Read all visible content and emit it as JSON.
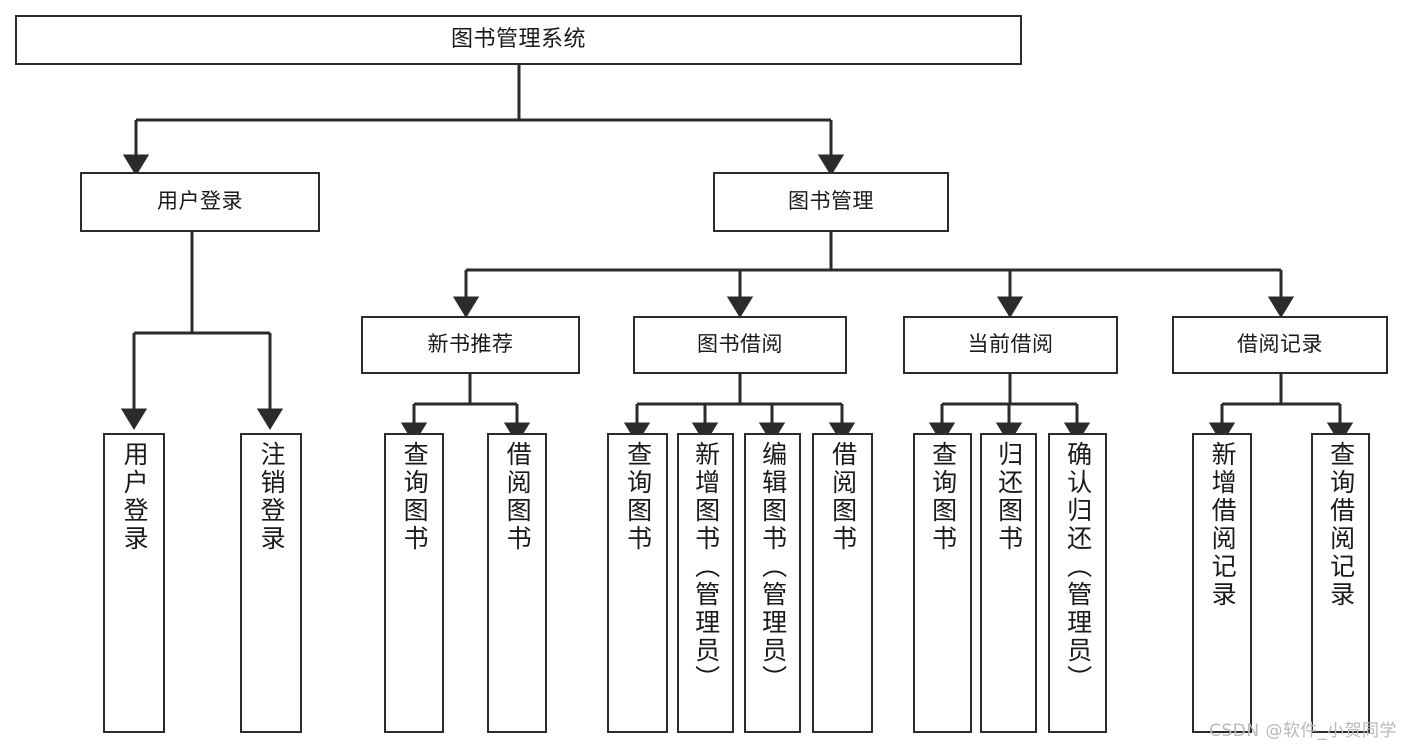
{
  "diagram": {
    "title": "图书管理系统",
    "type": "tree-hierarchy-chart",
    "stroke_color": "#2b2b2b",
    "background_color": "#ffffff",
    "levels": {
      "root": {
        "id": "root",
        "label": "图书管理系统"
      },
      "level2": [
        {
          "id": "user-login",
          "label": "用户登录"
        },
        {
          "id": "book-management",
          "label": "图书管理"
        }
      ],
      "level3": [
        {
          "id": "new-book-recommend",
          "label": "新书推荐",
          "parent": "book-management"
        },
        {
          "id": "book-borrow",
          "label": "图书借阅",
          "parent": "book-management"
        },
        {
          "id": "current-borrow",
          "label": "当前借阅",
          "parent": "book-management"
        },
        {
          "id": "borrow-record",
          "label": "借阅记录",
          "parent": "book-management"
        }
      ],
      "leaves": [
        {
          "id": "leaf-user-login",
          "label": "用户登录",
          "parent": "user-login"
        },
        {
          "id": "leaf-logout",
          "label": "注销登录",
          "parent": "user-login"
        },
        {
          "id": "leaf-query-book-1",
          "label": "查询图书",
          "parent": "new-book-recommend"
        },
        {
          "id": "leaf-borrow-book-1",
          "label": "借阅图书",
          "parent": "new-book-recommend"
        },
        {
          "id": "leaf-query-book-2",
          "label": "查询图书",
          "parent": "book-borrow"
        },
        {
          "id": "leaf-add-book",
          "label": "新增图书（管理员）",
          "parent": "book-borrow"
        },
        {
          "id": "leaf-edit-book",
          "label": "编辑图书（管理员）",
          "parent": "book-borrow"
        },
        {
          "id": "leaf-borrow-book-2",
          "label": "借阅图书",
          "parent": "book-borrow"
        },
        {
          "id": "leaf-query-book-3",
          "label": "查询图书",
          "parent": "current-borrow"
        },
        {
          "id": "leaf-return-book",
          "label": "归还图书",
          "parent": "current-borrow"
        },
        {
          "id": "leaf-confirm-return",
          "label": "确认归还（管理员）",
          "parent": "current-borrow"
        },
        {
          "id": "leaf-add-record",
          "label": "新增借阅记录",
          "parent": "borrow-record"
        },
        {
          "id": "leaf-query-record",
          "label": "查询借阅记录",
          "parent": "borrow-record"
        }
      ]
    }
  },
  "watermark": {
    "text": "CSDN @软件_小贺同学"
  }
}
